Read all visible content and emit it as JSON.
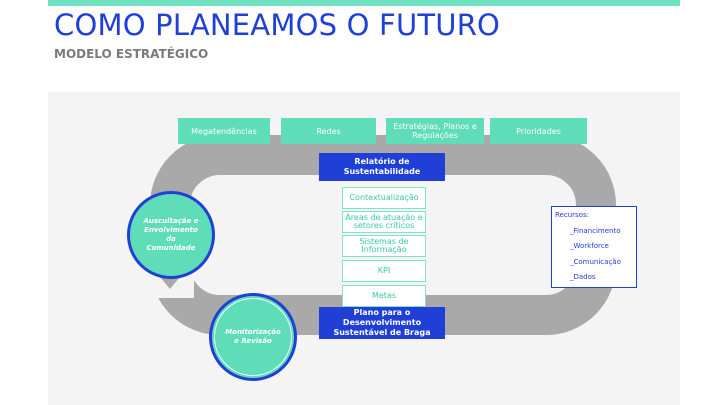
{
  "header": {
    "title": "COMO PLANEAMOS O FUTURO",
    "subtitle": "MODELO ESTRATÉGICO"
  },
  "diagram": {
    "tabs": [
      "Megatendências",
      "Redes",
      "Estratégias, Planos e Regulações",
      "Prioridades"
    ],
    "top_box": "Relatório de Sustentabilidade",
    "stack": [
      "Contextualização",
      "Áreas de atuação e setores críticos",
      "Sistemas de Informação",
      "KPI",
      "Metas"
    ],
    "bottom_box": "Plano para o Desenvolvimento Sustentável de Braga",
    "circle_left": "Auscultação e Envolvimento da Comunidade",
    "circle_bottom": "Monitorização e Revisão",
    "resources": {
      "title": "Recursos:",
      "items": [
        "_Financimento",
        "_Workforce",
        "_Comunicação",
        "_Dados"
      ]
    }
  },
  "colors": {
    "accent_blue": "#1f3fd6",
    "accent_green": "#5fdcb8",
    "loop_gray": "#a9a9a9"
  }
}
